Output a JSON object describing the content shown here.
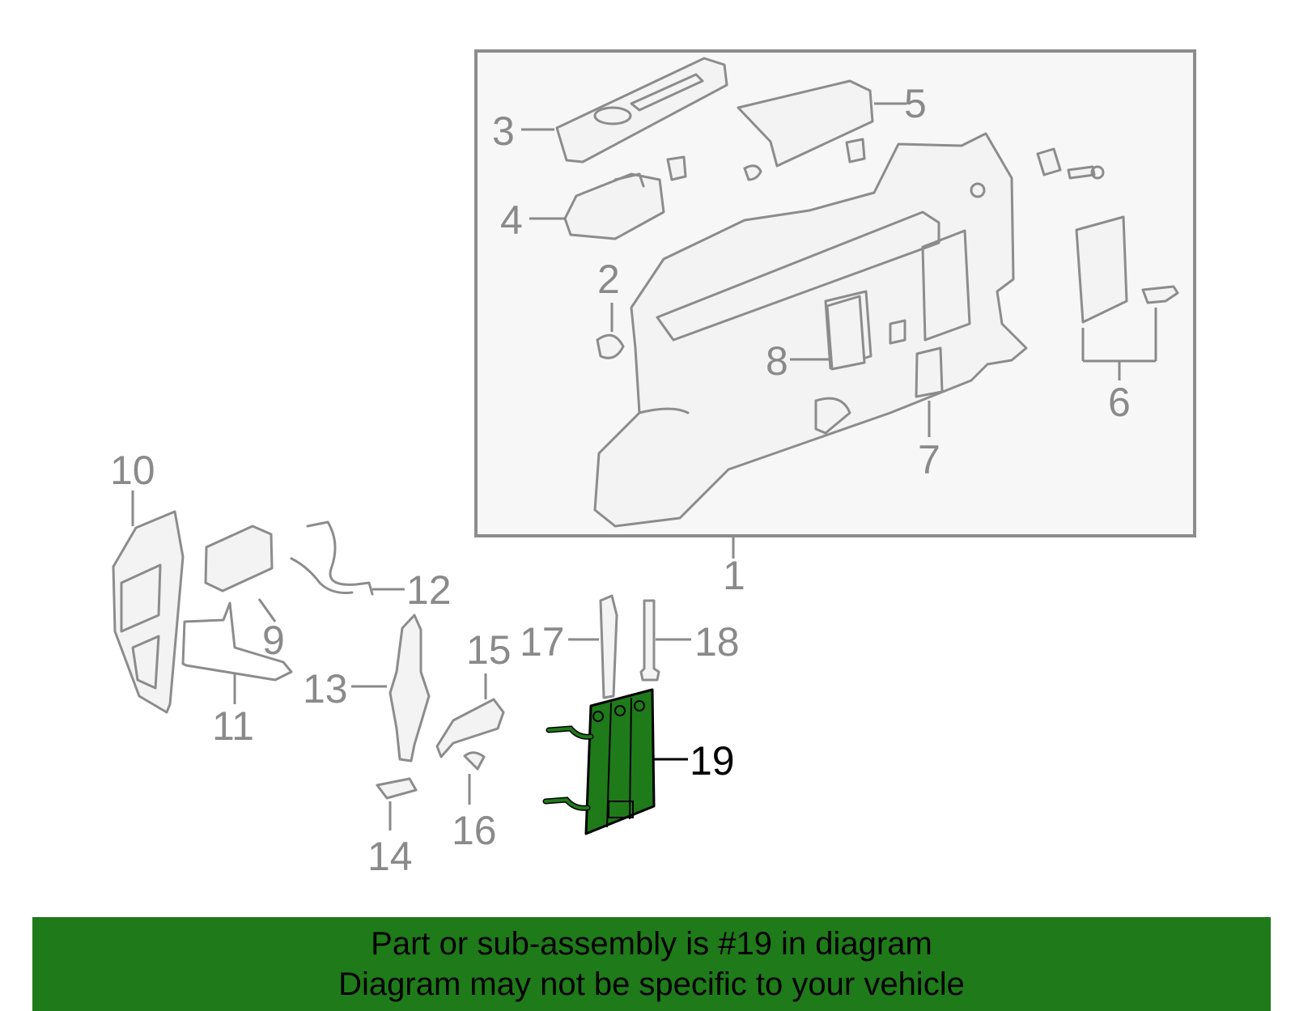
{
  "callouts": {
    "c1": "1",
    "c2": "2",
    "c3": "3",
    "c4": "4",
    "c5": "5",
    "c6": "6",
    "c7": "7",
    "c8": "8",
    "c9": "9",
    "c10": "10",
    "c11": "11",
    "c12": "12",
    "c13": "13",
    "c14": "14",
    "c15": "15",
    "c16": "16",
    "c17": "17",
    "c18": "18",
    "c19": "19"
  },
  "highlight_part": "19",
  "colors": {
    "highlight_fill": "#1f7a1a",
    "line": "#8c8c8c",
    "banner": "#1f7a1a"
  },
  "banner": {
    "line1": "Part or sub-assembly is #19 in diagram",
    "line2": "Diagram may not be specific to your vehicle"
  }
}
